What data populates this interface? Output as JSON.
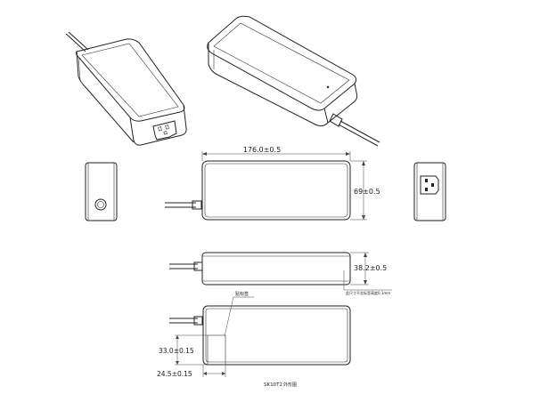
{
  "dimensions": {
    "length": "176.0±0.5",
    "width": "69±0.5",
    "height": "38.2±0.5",
    "label_offset_v": "33.0±0.15",
    "label_offset_h": "24.5±0.15"
  },
  "notes": {
    "height_note": "此尺寸不含标签高度0.1mm",
    "label_callout": "贴标签"
  },
  "caption": {
    "model": "SK10T2",
    "view": "外形图"
  }
}
